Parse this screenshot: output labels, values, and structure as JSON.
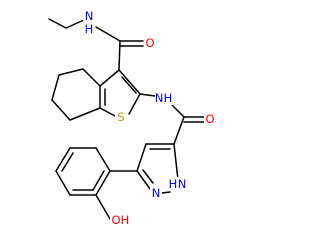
{
  "colors": {
    "background": "#ffffff",
    "bond": "#000000",
    "carbon_text": "#000000",
    "nitrogen": "#0000ff",
    "oxygen": "#ff0000",
    "sulfur": "#b8a000"
  },
  "atoms": {
    "n_ethyl": {
      "text": "N",
      "sub": "H",
      "element": "nitrogen"
    },
    "o_amide_top": {
      "text": "O",
      "element": "oxygen"
    },
    "n_linker": {
      "text": "N",
      "sub": "H",
      "element": "nitrogen"
    },
    "s_thiophene": {
      "text": "S",
      "element": "sulfur"
    },
    "o_amide_mid": {
      "text": "O",
      "element": "oxygen"
    },
    "n_pyrazole": {
      "text": "N",
      "element": "nitrogen"
    },
    "nh_pyrazole": {
      "text": "N",
      "sub": "H",
      "element": "nitrogen"
    },
    "oh_phenol": {
      "text": "O",
      "sub": "H",
      "element": "oxygen"
    }
  }
}
